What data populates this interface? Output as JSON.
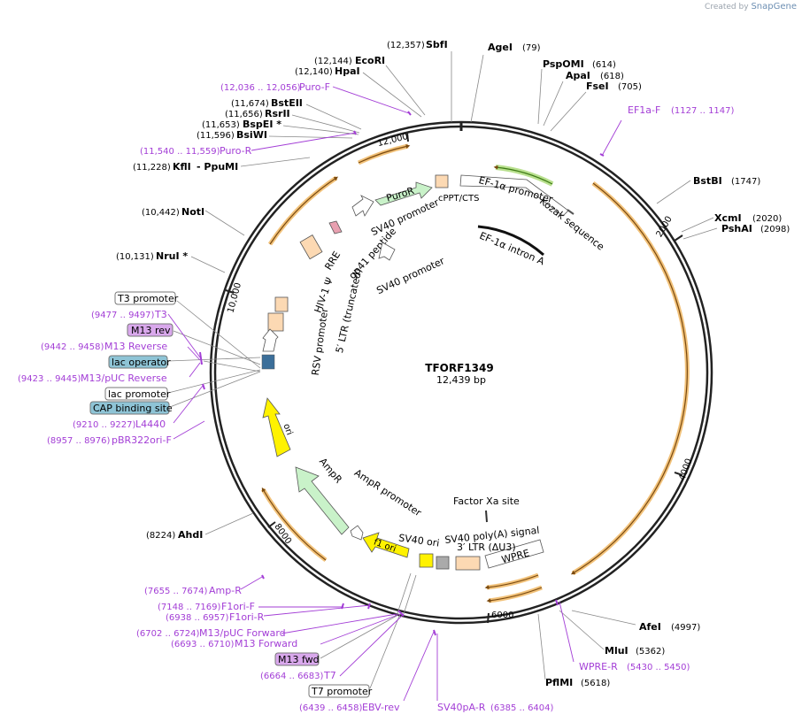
{
  "credit": {
    "prefix": "Created by",
    "brand": "SnapGene"
  },
  "plasmid": {
    "name": "TFORF1349",
    "length_label": "12,439 bp",
    "length": 12439
  },
  "colors": {
    "primer": "#a33ed6",
    "orange": "#e8a23a",
    "arrow_brown": "#7a4a10",
    "green": "#6db33f"
  },
  "tick_labels": [
    "12,000",
    "2000",
    "4000",
    "6000",
    "8000",
    "10,000"
  ],
  "sites": [
    {
      "name": "SbfI",
      "pos": "(12,357)"
    },
    {
      "name": "AgeI",
      "pos": "(79)"
    },
    {
      "name": "EcoRI",
      "pos": "(12,144)"
    },
    {
      "name": "HpaI",
      "pos": "(12,140)"
    },
    {
      "name": "PspOMI",
      "pos": "(614)"
    },
    {
      "name": "ApaI",
      "pos": "(618)"
    },
    {
      "name": "FseI",
      "pos": "(705)"
    },
    {
      "name": "BstEII",
      "pos": "(11,674)"
    },
    {
      "name": "RsrII",
      "pos": "(11,656)"
    },
    {
      "name": "BspEI *",
      "pos": "(11,653)"
    },
    {
      "name": "BsiWI",
      "pos": "(11,596)"
    },
    {
      "name": "KflI",
      "extra": "-  PpuMI",
      "pos": "(11,228)"
    },
    {
      "name": "BstBI",
      "pos": "(1747)"
    },
    {
      "name": "XcmI",
      "pos": "(2020)"
    },
    {
      "name": "PshAI",
      "pos": "(2098)"
    },
    {
      "name": "NotI",
      "pos": "(10,442)"
    },
    {
      "name": "NruI *",
      "pos": "(10,131)"
    },
    {
      "name": "AhdI",
      "pos": "(8224)"
    },
    {
      "name": "AfeI",
      "pos": "(4997)"
    },
    {
      "name": "MluI",
      "pos": "(5362)"
    },
    {
      "name": "PflMI",
      "pos": "(5618)"
    }
  ],
  "primers": [
    {
      "name": "Puro-F",
      "pos": "(12,036 .. 12,056)"
    },
    {
      "name": "Puro-R",
      "pos": "(11,540 .. 11,559)"
    },
    {
      "name": "EF1a-F",
      "pos": "(1127 .. 1147)"
    },
    {
      "name": "T3",
      "pos": "(9477 .. 9497)"
    },
    {
      "name": "M13 Reverse",
      "pos": "(9442 .. 9458)"
    },
    {
      "name": "M13/pUC Reverse",
      "pos": "(9423 .. 9445)"
    },
    {
      "name": "L4440",
      "pos": "(9210 .. 9227)"
    },
    {
      "name": "pBR322ori-F",
      "pos": "(8957 .. 8976)"
    },
    {
      "name": "Amp-R",
      "pos": "(7655 .. 7674)"
    },
    {
      "name": "F1ori-F",
      "pos": "(7148 .. 7169)"
    },
    {
      "name": "F1ori-R",
      "pos": "(6938 .. 6957)"
    },
    {
      "name": "M13/pUC Forward",
      "pos": "(6702 .. 6724)"
    },
    {
      "name": "M13 Forward",
      "pos": "(6693 .. 6710)"
    },
    {
      "name": "T7",
      "pos": "(6664 .. 6683)"
    },
    {
      "name": "EBV-rev",
      "pos": "(6439 .. 6458)"
    },
    {
      "name": "SV40pA-R",
      "pos": "(6385 .. 6404)"
    },
    {
      "name": "WPRE-R",
      "pos": "(5430 .. 5450)"
    }
  ],
  "boxed_labels": {
    "t3_promoter": "T3 promoter",
    "m13_rev": "M13 rev",
    "lac_operator": "lac operator",
    "lac_promoter": "lac promoter",
    "cap_site": "CAP binding site",
    "m13_fwd": "M13 fwd",
    "t7_promoter": "T7 promoter"
  },
  "features": {
    "puror": "PuroR",
    "cppt": "cPPT/CTS",
    "ef1a_promoter": "EF-1α promoter",
    "kozak": "Kozak sequence",
    "ef1a_intron": "EF-1α intron A",
    "sv40_promoter_1": "SV40 promoter",
    "sv40_promoter_2": "SV40 promoter",
    "rre": "RRE",
    "gp41": "gp41 peptide",
    "hiv_psi": "HIV-1 Ψ",
    "ltr5": "5′ LTR (truncated)",
    "rsv": "RSV promoter",
    "ori": "ori",
    "ampr": "AmpR",
    "ampr_promoter": "AmpR promoter",
    "f1_ori": "f1 ori",
    "sv40_ori": "SV40 ori",
    "factor_xa": "Factor Xa site",
    "sv40_polya": "SV40 poly(A) signal",
    "ltr3": "3′ LTR (ΔU3)",
    "wpre": "WPRE"
  }
}
